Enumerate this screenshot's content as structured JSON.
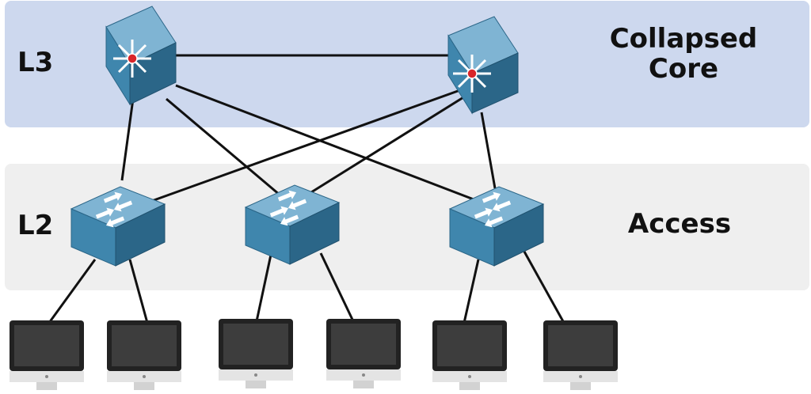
{
  "layers": {
    "core": {
      "tag": "L3",
      "name_line1": "Collapsed",
      "name_line2": "Core"
    },
    "access": {
      "tag": "L2",
      "name": "Access"
    }
  },
  "devices": {
    "core_switches": [
      "core-switch-left",
      "core-switch-right"
    ],
    "access_switches": [
      "access-switch-1",
      "access-switch-2",
      "access-switch-3"
    ],
    "computers": 6
  },
  "colors": {
    "core_band": "#cdd8ee",
    "access_band": "#efefef",
    "device_top": "#7fb4d3",
    "device_front": "#3f86ad",
    "device_side": "#2b6688",
    "link": "#111111",
    "monitor_frame": "#222222",
    "monitor_screen": "#3d3d3d",
    "monitor_stand": "#dcdcdc"
  }
}
